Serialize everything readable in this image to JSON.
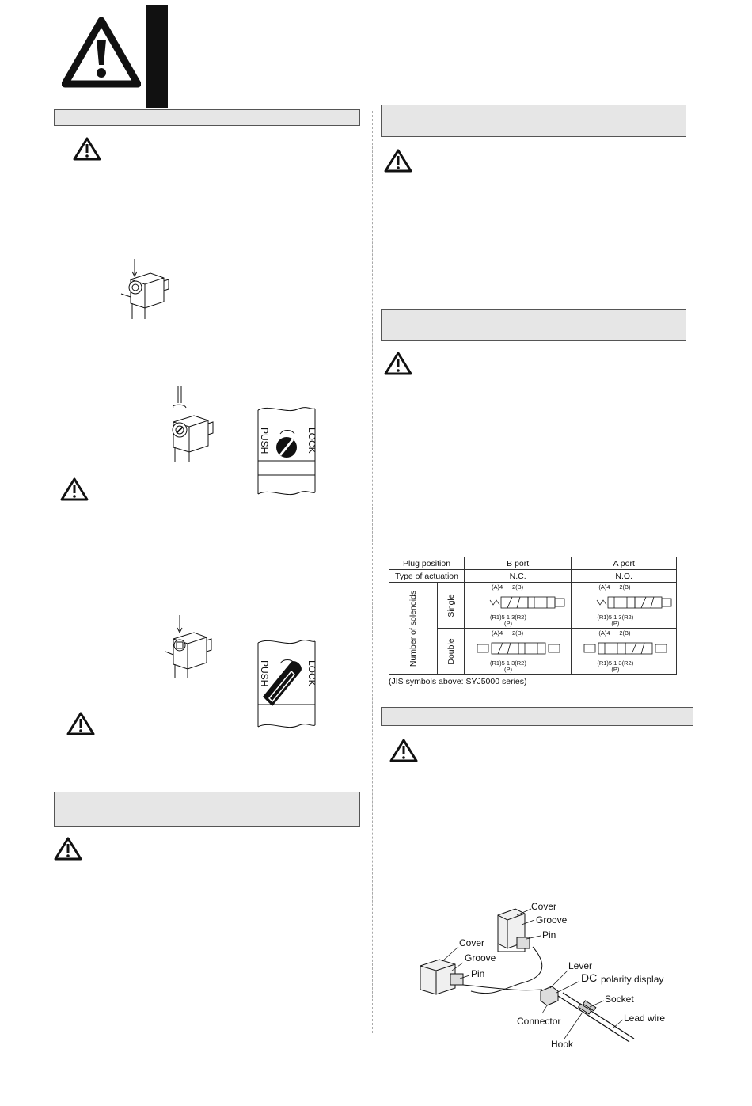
{
  "table": {
    "plug_position_label": "Plug position",
    "plug_b": "B port",
    "plug_a": "A port",
    "actuation_label": "Type of actuation",
    "actuation_b": "N.C.",
    "actuation_a": "N.O.",
    "solenoids_label": "Number of solenoids",
    "row_single": "Single",
    "row_double": "Double",
    "port_top_left": "(A)4",
    "port_top_right": "2(B)",
    "port_bottom": "(R1)5 1 3(R2)",
    "port_p": "(P)",
    "caption": "(JIS symbols above: SYJ5000 series)"
  },
  "manual_override": {
    "push": "PUSH",
    "lock": "LOCK"
  },
  "connector_diagram": {
    "cover": "Cover",
    "groove": "Groove",
    "pin": "Pin",
    "lever": "Lever",
    "dc": "DC",
    "polarity": "polarity display",
    "socket": "Socket",
    "lead_wire": "Lead wire",
    "connector": "Connector",
    "hook": "Hook"
  }
}
